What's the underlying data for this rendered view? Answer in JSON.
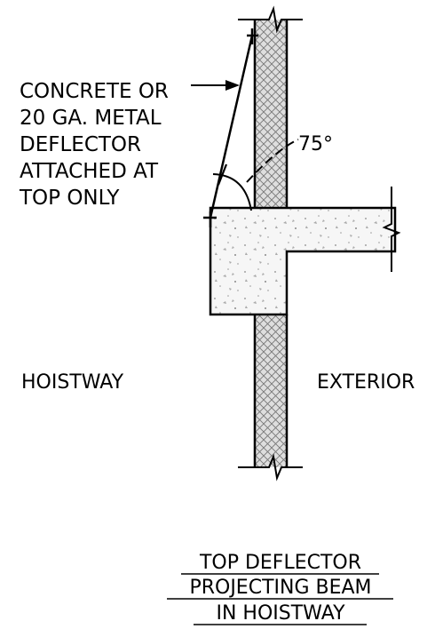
{
  "callout": {
    "line1": "CONCRETE OR",
    "line2": "20 GA. METAL",
    "line3": "DEFLECTOR",
    "line4": "ATTACHED AT",
    "line5": "TOP ONLY"
  },
  "angle_label": "75°",
  "zones": {
    "left": "HOISTWAY",
    "right": "EXTERIOR"
  },
  "title": {
    "line1": "TOP DEFLECTOR",
    "line2": "PROJECTING BEAM",
    "line3": "IN HOISTWAY"
  },
  "colors": {
    "line": "#000000",
    "masonry_fill": "#d9d9d9",
    "concrete_fill": "#f4f4f4"
  }
}
